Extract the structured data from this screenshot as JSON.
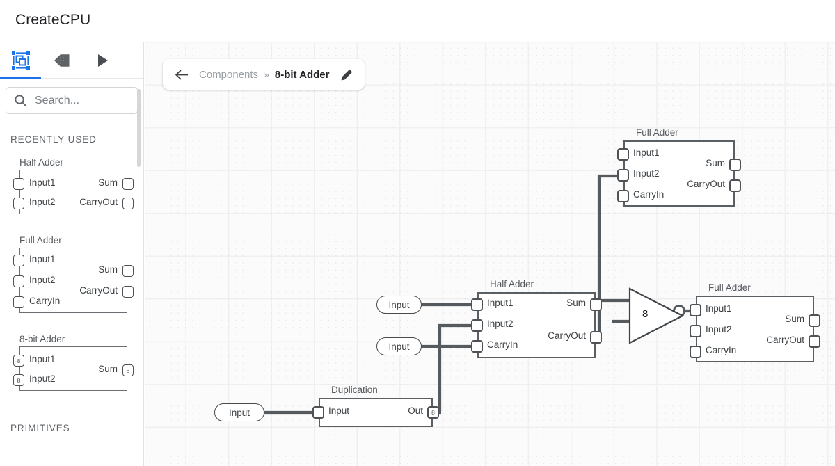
{
  "app": {
    "title": "CreateCPU"
  },
  "tabs": [
    {
      "name": "components-tab",
      "icon": "chip-icon",
      "active": true
    },
    {
      "name": "tags-tab",
      "icon": "tag-icon",
      "active": false
    },
    {
      "name": "run-tab",
      "icon": "play-icon",
      "active": false
    }
  ],
  "search": {
    "placeholder": "Search...",
    "value": "",
    "icon": "search-icon"
  },
  "sidebar": {
    "sections": [
      {
        "title": "RECENTLY USED"
      },
      {
        "title": "PRIMITIVES"
      }
    ],
    "components": [
      {
        "name": "Half Adder",
        "inputs": [
          {
            "label": "Input1",
            "bits": ""
          },
          {
            "label": "Input2",
            "bits": ""
          }
        ],
        "outputs": [
          {
            "label": "Sum",
            "bits": ""
          },
          {
            "label": "CarryOut",
            "bits": ""
          }
        ]
      },
      {
        "name": "Full Adder",
        "inputs": [
          {
            "label": "Input1",
            "bits": ""
          },
          {
            "label": "Input2",
            "bits": ""
          },
          {
            "label": "CarryIn",
            "bits": ""
          }
        ],
        "outputs": [
          {
            "label": "Sum",
            "bits": ""
          },
          {
            "label": "CarryOut",
            "bits": ""
          }
        ]
      },
      {
        "name": "8-bit Adder",
        "inputs": [
          {
            "label": "Input1",
            "bits": "8"
          },
          {
            "label": "Input2",
            "bits": "8"
          }
        ],
        "outputs": [
          {
            "label": "Sum",
            "bits": "8"
          }
        ]
      }
    ]
  },
  "breadcrumb": {
    "back_icon": "arrow-left-icon",
    "parent": "Components",
    "separator": "»",
    "current": "8-bit Adder",
    "edit_icon": "pencil-icon"
  },
  "canvas": {
    "pins": [
      {
        "label": "Input"
      },
      {
        "label": "Input"
      },
      {
        "label": "Input"
      }
    ],
    "nodes": [
      {
        "name": "Full Adder",
        "inputs": [
          {
            "label": "Input1",
            "bits": ""
          },
          {
            "label": "Input2",
            "bits": ""
          },
          {
            "label": "CarryIn",
            "bits": ""
          }
        ],
        "outputs": [
          {
            "label": "Sum",
            "bits": ""
          },
          {
            "label": "CarryOut",
            "bits": ""
          }
        ]
      },
      {
        "name": "Half Adder",
        "inputs": [
          {
            "label": "Input1",
            "bits": ""
          },
          {
            "label": "Input2",
            "bits": ""
          },
          {
            "label": "CarryIn",
            "bits": ""
          }
        ],
        "outputs": [
          {
            "label": "Sum",
            "bits": ""
          },
          {
            "label": "CarryOut",
            "bits": ""
          }
        ]
      },
      {
        "name": "Full Adder",
        "inputs": [
          {
            "label": "Input1",
            "bits": ""
          },
          {
            "label": "Input2",
            "bits": ""
          },
          {
            "label": "CarryIn",
            "bits": ""
          }
        ],
        "outputs": [
          {
            "label": "Sum",
            "bits": ""
          },
          {
            "label": "CarryOut",
            "bits": ""
          }
        ]
      },
      {
        "name": "Duplication",
        "inputs": [
          {
            "label": "Input",
            "bits": ""
          }
        ],
        "outputs": [
          {
            "label": "Out",
            "bits": "8"
          }
        ]
      }
    ],
    "merge": {
      "label": "8"
    }
  },
  "colors": {
    "accent": "#1a73e8",
    "wire": "#555a5e",
    "chip_border": "#5a5f63",
    "text": "#3c4043",
    "muted": "#9aa0a6",
    "canvas_bg": "#fbfbfb"
  }
}
